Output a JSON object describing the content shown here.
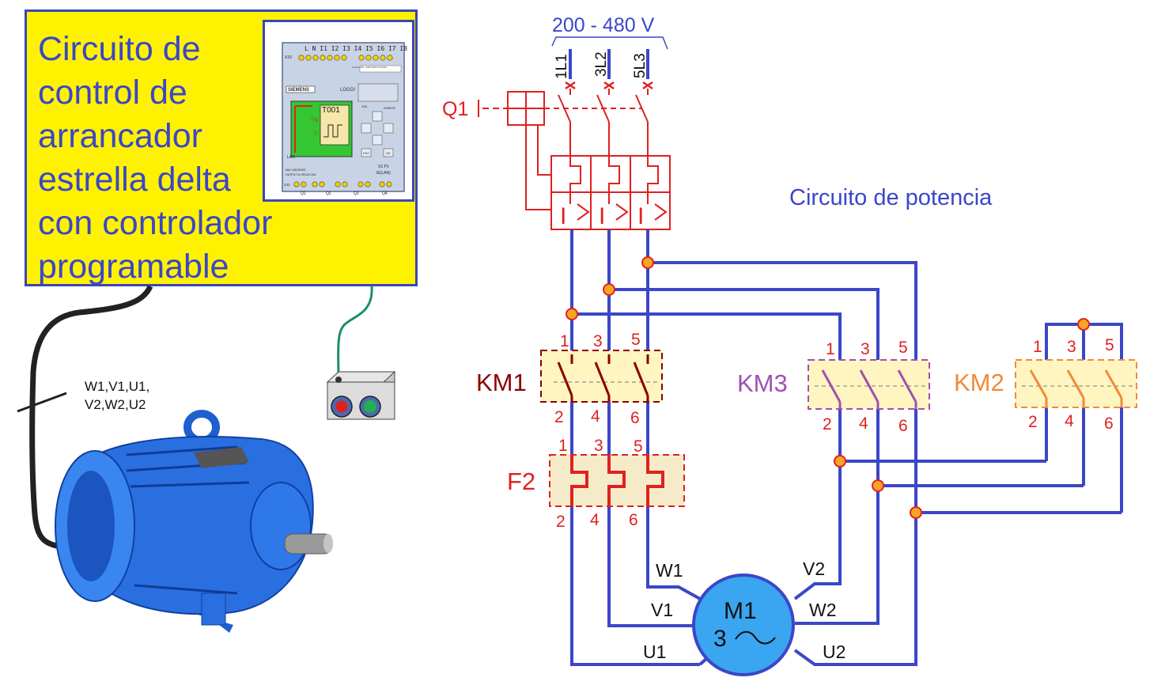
{
  "title_lines": [
    "Circuito de",
    "control de",
    "arrancador",
    "estrella delta",
    "con controlador",
    "programable"
  ],
  "supply": {
    "voltage": "200 - 480 V",
    "phases": [
      "1L1",
      "3L2",
      "5L3"
    ]
  },
  "breaker_label": "Q1",
  "power_circuit_label": "Circuito de potencia",
  "cable_label_lines": [
    "W1,V1,U1,",
    "V2,W2,U2"
  ],
  "plc": {
    "brand": "SIEMENS",
    "model": "LOGO!",
    "timer": "T001",
    "trg": "Trg",
    "t": "T",
    "inputs": "L  N  I1 I2 I3 I4   I5 I6 I7 I8",
    "outputs": [
      "Q1",
      "Q2",
      "Q3",
      "Q4"
    ],
    "esc": "ESC",
    "ok": "OK",
    "lan": "LAN",
    "x10": "X10",
    "x11": "X11",
    "x50": "X50",
    "x1p1": "X1 P1",
    "ie": "IE(LAN)",
    "supply_spec": "AC/DC 115...240V INPUT AC/DC",
    "rcp": "230RCE",
    "mac": "MAC ADDRESS",
    "output_spec": "OUTPUT 4x RELAY/10A"
  },
  "contactors": [
    {
      "name": "KM1",
      "top": [
        "1",
        "3",
        "5"
      ],
      "bottom": [
        "2",
        "4",
        "6"
      ],
      "color": "#8b0000"
    },
    {
      "name": "KM3",
      "top": [
        "1",
        "3",
        "5"
      ],
      "bottom": [
        "2",
        "4",
        "6"
      ],
      "color": "#a050b0"
    },
    {
      "name": "KM2",
      "top": [
        "1",
        "3",
        "5"
      ],
      "bottom": [
        "2",
        "4",
        "6"
      ],
      "color": "#f08a3a"
    }
  ],
  "overload": {
    "name": "F2",
    "top": [
      "1",
      "3",
      "5"
    ],
    "bottom": [
      "2",
      "4",
      "6"
    ],
    "color": "#e02020"
  },
  "motor": {
    "name": "M1",
    "spec": "3",
    "terminals": {
      "w1": "W1",
      "v1": "V1",
      "u1": "U1",
      "v2": "V2",
      "w2": "W2",
      "u2": "U2"
    }
  },
  "colors": {
    "wire": "#3b46c8",
    "red": "#e02020",
    "node": "#f5a623",
    "title_bg": "#fff200",
    "motor_blue": "#2a6fe0"
  }
}
